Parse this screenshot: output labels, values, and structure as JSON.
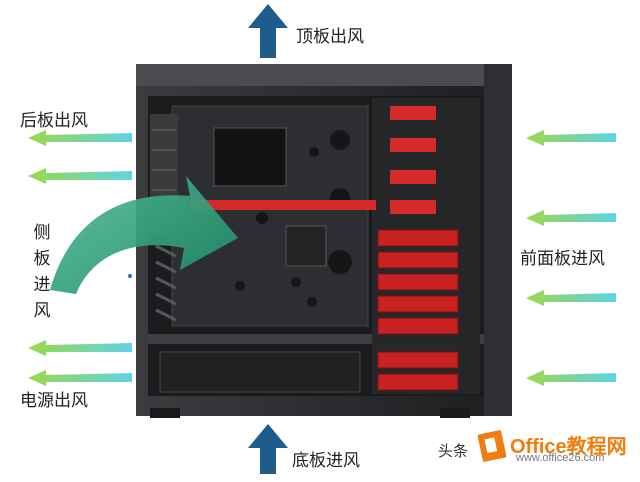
{
  "labels": {
    "top_exhaust": "顶板出风",
    "rear_exhaust": "后板出风",
    "side_intake_chars": [
      "侧",
      "板",
      "进",
      "风"
    ],
    "front_intake": "前面板进风",
    "psu_exhaust": "电源出风",
    "bottom_intake": "底板进风"
  },
  "watermark": {
    "prefix": "头条",
    "brand": "Office教程网",
    "url": "www.office26.com"
  },
  "colors": {
    "arrow_blue": "#1d5c8c",
    "airflow_cyan": "#5fd3e6",
    "airflow_green": "#9cd84a",
    "side_arrow": "#2e9c7a",
    "case_body": "#2a2c2e",
    "drive_red": "#d42a2a",
    "brand_orange": "#f07d0f"
  },
  "icons": [
    "arrow-up-icon",
    "airflow-arrow-icon",
    "curved-arrow-icon",
    "office-logo-icon"
  ]
}
